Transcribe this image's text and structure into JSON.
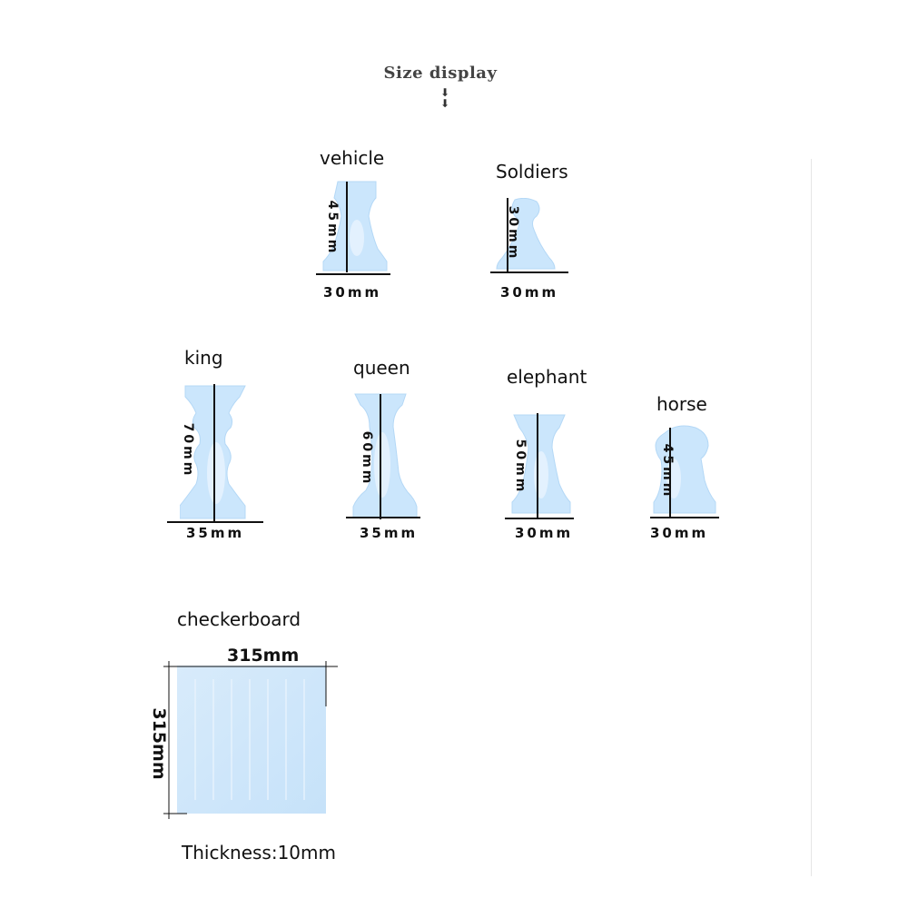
{
  "header": {
    "title": "Size display",
    "arrow_icon": "double-down-arrow-icon"
  },
  "accent_color": "#bfe0fb",
  "pieces": [
    {
      "id": "vehicle",
      "label": "vehicle",
      "height_label": "45mm",
      "width_label": "30mm"
    },
    {
      "id": "soldiers",
      "label": "Soldiers",
      "height_label": "30mm",
      "width_label": "30mm"
    },
    {
      "id": "king",
      "label": "king",
      "height_label": "70mm",
      "width_label": "35mm"
    },
    {
      "id": "queen",
      "label": "queen",
      "height_label": "60mm",
      "width_label": "35mm"
    },
    {
      "id": "elephant",
      "label": "elephant",
      "height_label": "50mm",
      "width_label": "30mm"
    },
    {
      "id": "horse",
      "label": "horse",
      "height_label": "45mm",
      "width_label": "30mm"
    }
  ],
  "checkerboard": {
    "label": "checkerboard",
    "width_label": "315mm",
    "height_label": "315mm",
    "thickness_label": "Thickness:10mm"
  }
}
